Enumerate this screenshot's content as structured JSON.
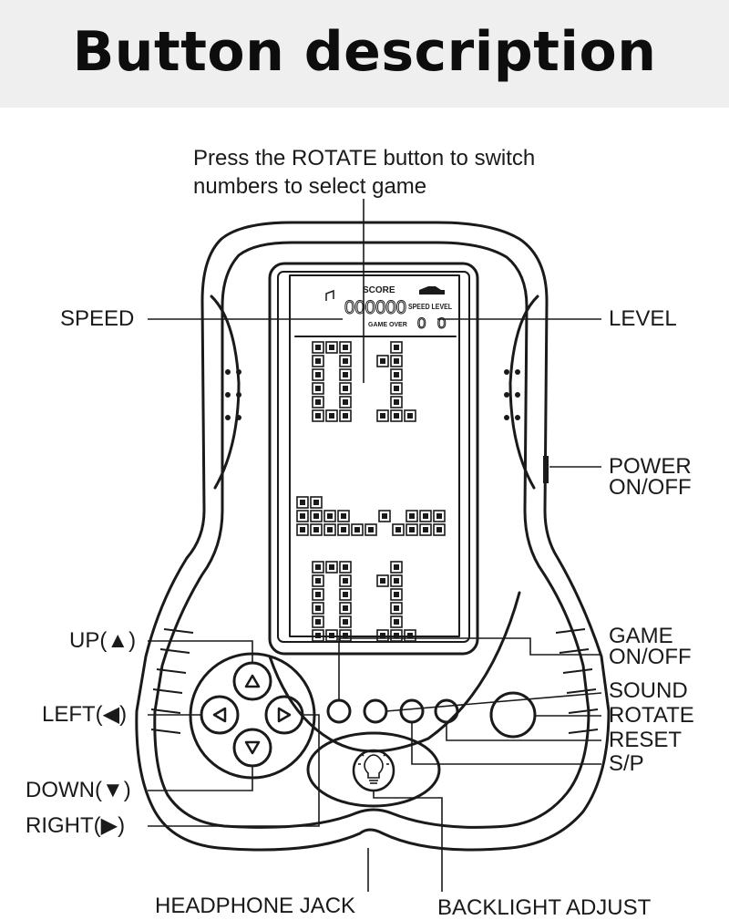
{
  "title": "Button description",
  "instruction": [
    "Press the ROTATE button to switch",
    "numbers to select game"
  ],
  "labels": {
    "speed": "SPEED",
    "level": "LEVEL",
    "power": [
      "POWER",
      "ON/OFF"
    ],
    "up": "UP(▲)",
    "left": "LEFT(◀)",
    "down": "DOWN(▼)",
    "right": "RIGHT(▶)",
    "game": [
      "GAME",
      "ON/OFF"
    ],
    "sound": "SOUND",
    "rotate": "ROTATE",
    "reset": "RESET",
    "sp": "S/P",
    "headphone": "HEADPHONE JACK",
    "backlight": "BACKLIGHT ADJUST"
  },
  "screen": {
    "score_label": "SCORE",
    "score_value": "000000",
    "speed_level_label": "SPEED LEVEL",
    "game_over_label": "GAME OVER",
    "speed_value": "0",
    "level_value": "0",
    "game_number_top": "01",
    "game_number_bottom": "01"
  },
  "colors": {
    "line": "#1a1a1a",
    "header_bg": "#efefef",
    "pixel": "#1a1a1a"
  }
}
